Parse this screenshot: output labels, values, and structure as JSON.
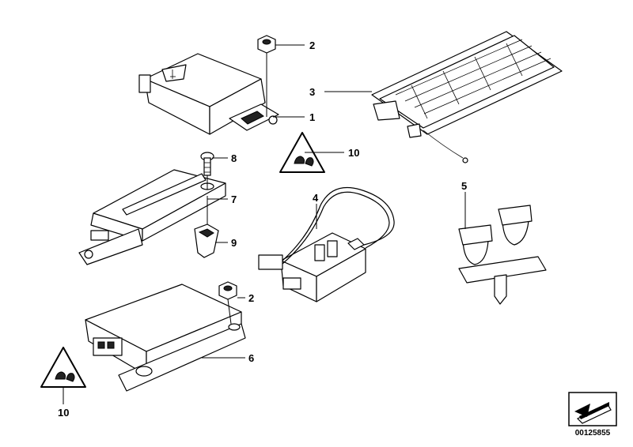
{
  "diagram": {
    "callouts": [
      {
        "id": "c1",
        "label": "1"
      },
      {
        "id": "c2a",
        "label": "2"
      },
      {
        "id": "c2b",
        "label": "2"
      },
      {
        "id": "c3",
        "label": "3"
      },
      {
        "id": "c4",
        "label": "4"
      },
      {
        "id": "c5",
        "label": "5"
      },
      {
        "id": "c6",
        "label": "6"
      },
      {
        "id": "c7",
        "label": "7"
      },
      {
        "id": "c8",
        "label": "8"
      },
      {
        "id": "c9",
        "label": "9"
      },
      {
        "id": "c10a",
        "label": "10"
      },
      {
        "id": "c10b",
        "label": "10"
      }
    ],
    "document_number": "00125855",
    "line_color": "#000000",
    "background_color": "#ffffff"
  }
}
